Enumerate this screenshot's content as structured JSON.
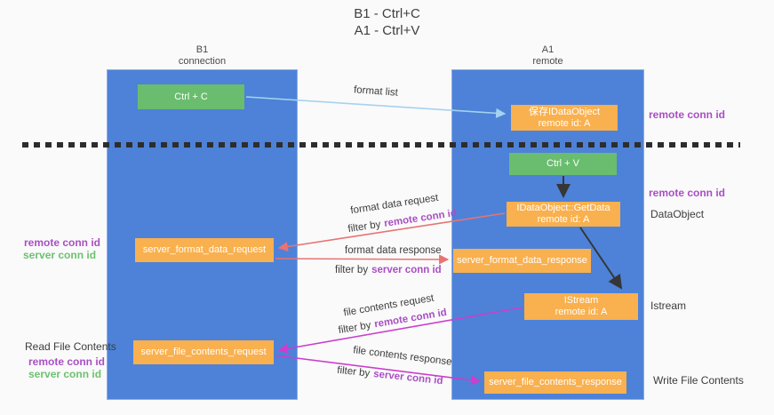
{
  "colors": {
    "bg": "#fafafa",
    "col-blue": "#4d82d8",
    "green": "#6abd6e",
    "orange": "#f9b04e",
    "salmon": "#e87373",
    "magenta": "#cc3ecc",
    "lightblue": "#a5d2f0",
    "purple": "#a94fc4",
    "txtgreen": "#6dc170"
  },
  "title": {
    "line1": "B1 - Ctrl+C",
    "line2": "A1 - Ctrl+V"
  },
  "lifelines": {
    "b1": {
      "name": "B1",
      "role": "connection"
    },
    "a1": {
      "name": "A1",
      "role": "remote"
    }
  },
  "boxes": {
    "ctrl_c": {
      "label": "Ctrl + C"
    },
    "ctrl_v": {
      "label": "Ctrl + V"
    },
    "save_dataobject": {
      "line1": "保存IDataObject",
      "line2": "remote id: A"
    },
    "getdata": {
      "line1": "IDataObject::GetData",
      "line2": "remote id: A"
    },
    "istream": {
      "line1": "IStream",
      "line2": "remote id: A"
    },
    "format_request": {
      "label": "server_format_data_request"
    },
    "format_response": {
      "label": "server_format_data_response"
    },
    "file_request": {
      "label": "server_file_contents_request"
    },
    "file_response": {
      "label": "server_file_contents_response"
    }
  },
  "edge_labels": {
    "format_list": "format list",
    "format_data_request": "format data request",
    "format_data_response": "format data response",
    "file_contents_request": "file contents request",
    "file_contents_response": "file contents response",
    "filter_by": "filter by",
    "remote_conn_id": "remote conn id",
    "server_conn_id": "server conn id"
  },
  "annotations": {
    "right_remote_conn_id_top": "remote conn id",
    "right_remote_conn_id_mid": "remote conn id",
    "dataobject": "DataObject",
    "istream": "Istream",
    "write_file_contents": "Write File Contents",
    "left_remote_conn_id_1": "remote conn id",
    "left_server_conn_id_1": "server conn id",
    "read_file_contents": "Read File Contents",
    "left_remote_conn_id_2": "remote conn id",
    "left_server_conn_id_2": "server conn id"
  }
}
